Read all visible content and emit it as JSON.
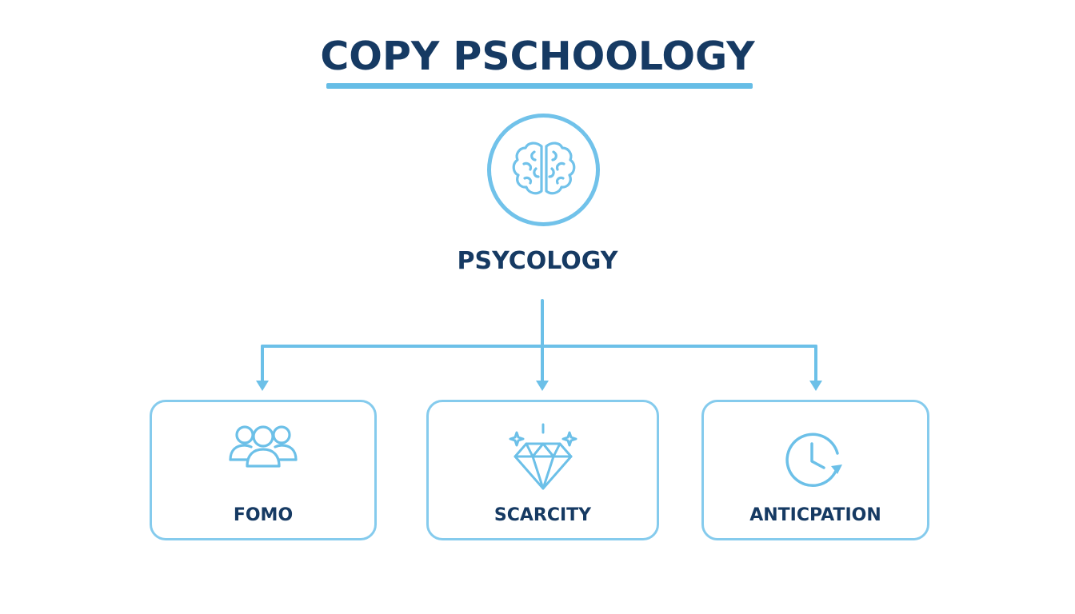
{
  "title": "COPY PSCHOOLOGY",
  "accent_color": "#6cc0e8",
  "text_color": "#163a63",
  "root": {
    "label": "PSYCOLOGY",
    "icon": "brain-icon"
  },
  "children": [
    {
      "label": "FOMO",
      "icon": "group-people-icon"
    },
    {
      "label": "SCARCITY",
      "icon": "diamond-sparkle-icon"
    },
    {
      "label": "ANTICPATION",
      "icon": "clock-refresh-icon"
    }
  ]
}
